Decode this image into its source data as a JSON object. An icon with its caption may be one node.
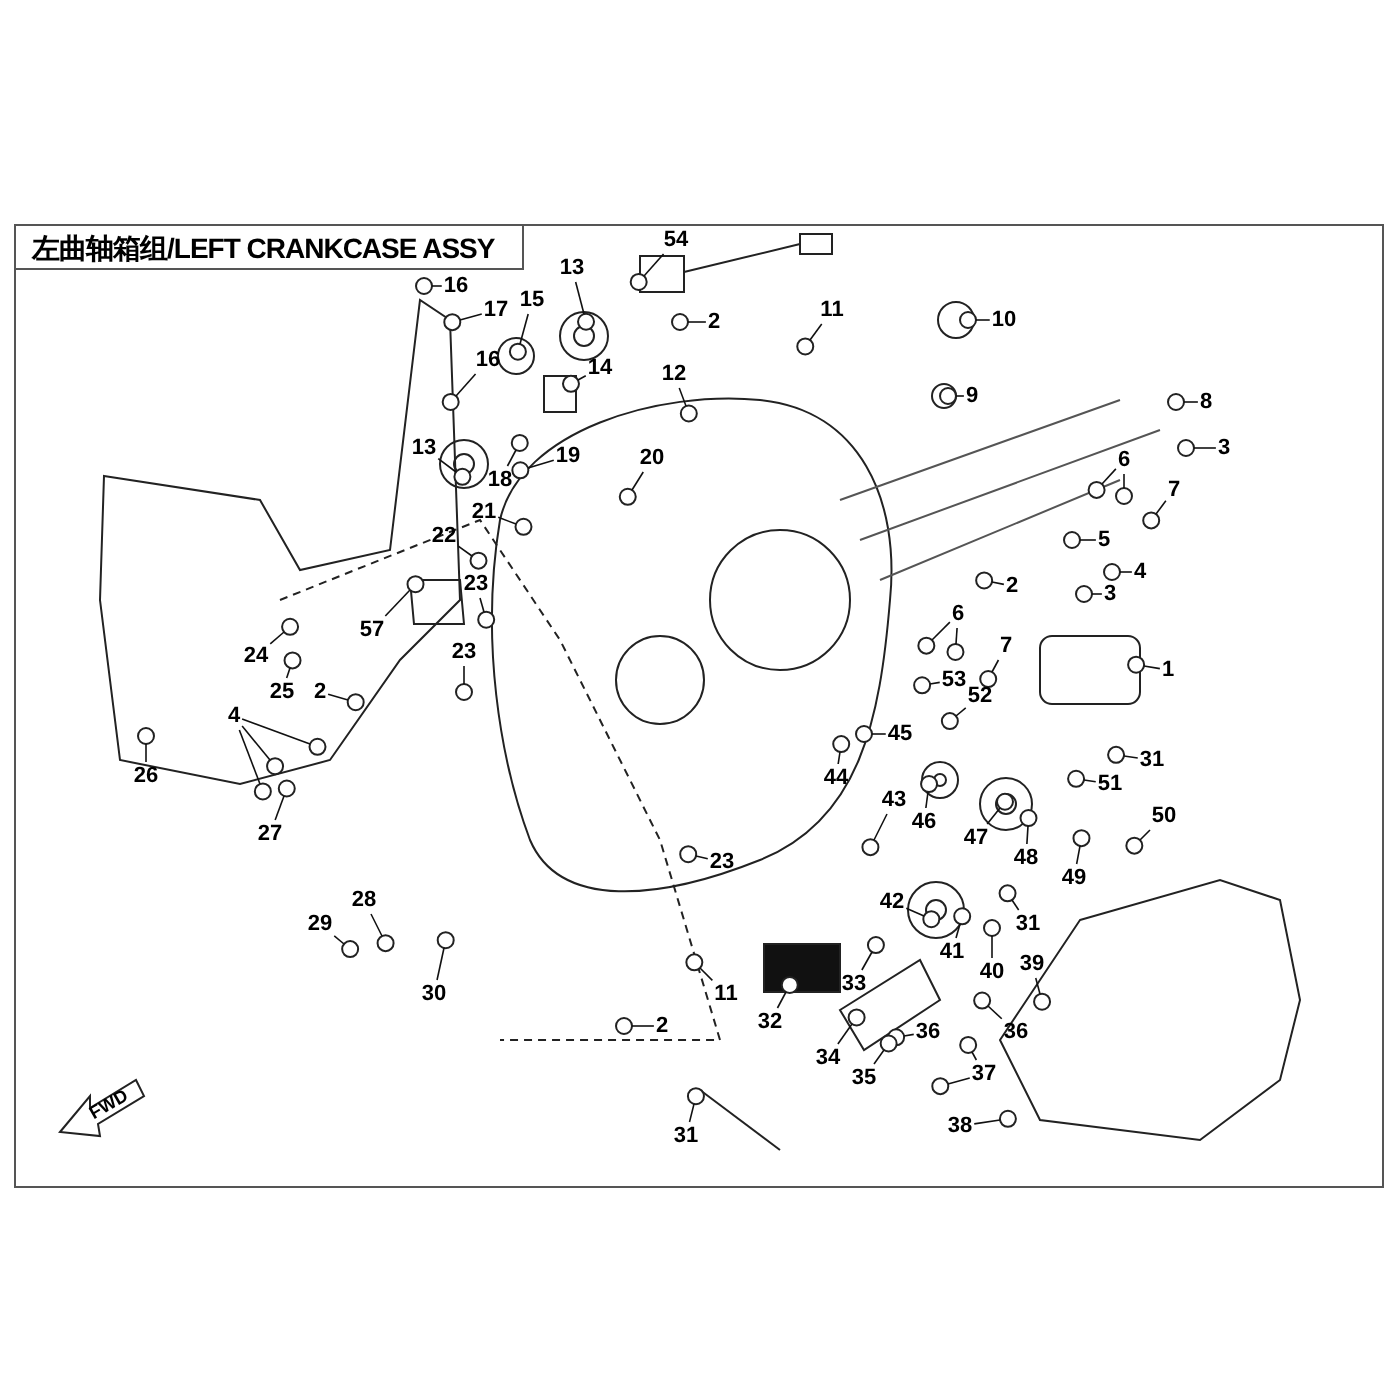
{
  "diagram": {
    "title": "左曲轴箱组/LEFT CRANKCASE ASSY",
    "nodes": [
      {
        "text": [
          "16"
        ]
      },
      {
        "text": [
          "17"
        ]
      },
      {
        "text": [
          "16"
        ]
      },
      {
        "text": [
          "15"
        ]
      },
      {
        "text": [
          "13"
        ]
      },
      {
        "text": [
          "54"
        ]
      },
      {
        "text": [
          "2"
        ]
      },
      {
        "text": [
          "11"
        ]
      },
      {
        "text": [
          "10"
        ]
      },
      {
        "text": [
          "12"
        ]
      },
      {
        "text": [
          "14"
        ]
      },
      {
        "text": [
          "13"
        ]
      },
      {
        "text": [
          "18"
        ]
      },
      {
        "text": [
          "19"
        ]
      },
      {
        "text": [
          "20"
        ]
      },
      {
        "text": [
          "9"
        ]
      },
      {
        "text": [
          "8"
        ]
      },
      {
        "text": [
          "3"
        ]
      },
      {
        "text": [
          "6"
        ]
      },
      {
        "text": [
          "7"
        ]
      },
      {
        "text": [
          "5"
        ]
      },
      {
        "text": [
          "4"
        ]
      },
      {
        "text": [
          "21"
        ]
      },
      {
        "text": [
          "22"
        ]
      },
      {
        "text": [
          "23"
        ]
      },
      {
        "text": [
          "57"
        ]
      },
      {
        "text": [
          "2"
        ]
      },
      {
        "text": [
          "3"
        ]
      },
      {
        "text": [
          "23"
        ]
      },
      {
        "text": [
          "6"
        ]
      },
      {
        "text": [
          "7"
        ]
      },
      {
        "text": [
          "1"
        ]
      },
      {
        "text": [
          "24"
        ]
      },
      {
        "text": [
          "25"
        ]
      },
      {
        "text": [
          "2"
        ]
      },
      {
        "text": [
          "4"
        ]
      },
      {
        "text": [
          "26"
        ]
      },
      {
        "text": [
          "27"
        ]
      },
      {
        "text": [
          "53"
        ]
      },
      {
        "text": [
          "52"
        ]
      },
      {
        "text": [
          "45"
        ]
      },
      {
        "text": [
          "31"
        ]
      },
      {
        "text": [
          "51"
        ]
      },
      {
        "text": [
          "44"
        ]
      },
      {
        "text": [
          "43"
        ]
      },
      {
        "text": [
          "50"
        ]
      },
      {
        "text": [
          "46"
        ]
      },
      {
        "text": [
          "47"
        ]
      },
      {
        "text": [
          "48"
        ]
      },
      {
        "text": [
          "49"
        ]
      },
      {
        "text": [
          "23"
        ]
      },
      {
        "text": [
          "28"
        ]
      },
      {
        "text": [
          "29"
        ]
      },
      {
        "text": [
          "42"
        ]
      },
      {
        "text": [
          "41"
        ]
      },
      {
        "text": [
          "40"
        ]
      },
      {
        "text": [
          "31"
        ]
      },
      {
        "text": [
          "39"
        ]
      },
      {
        "text": [
          "11"
        ]
      },
      {
        "text": [
          "33"
        ]
      },
      {
        "text": [
          "32"
        ]
      },
      {
        "text": [
          "30"
        ]
      },
      {
        "text": [
          "2"
        ]
      },
      {
        "text": [
          "36"
        ]
      },
      {
        "text": [
          "34"
        ]
      },
      {
        "text": [
          "36"
        ]
      },
      {
        "text": [
          "35"
        ]
      },
      {
        "text": [
          "37"
        ]
      },
      {
        "text": [
          "38"
        ]
      },
      {
        "text": [
          "31"
        ]
      },
      {
        "text": [],
        "shape": "circle"
      },
      {
        "text": [],
        "shape": "circle"
      },
      {
        "text": [],
        "shape": "circle"
      },
      {
        "text": [],
        "shape": "circle"
      },
      {
        "text": [],
        "shape": "circle"
      },
      {
        "text": [],
        "shape": "circle"
      },
      {
        "text": [],
        "shape": "circle"
      },
      {
        "text": [],
        "shape": "circle"
      },
      {
        "text": [],
        "shape": "circle"
      },
      {
        "text": [],
        "shape": "circle"
      },
      {
        "text": [],
        "shape": "circle"
      },
      {
        "text": [],
        "shape": "circle"
      },
      {
        "text": [],
        "shape": "circle"
      },
      {
        "text": [],
        "shape": "circle"
      },
      {
        "text": [],
        "shape": "circle"
      },
      {
        "text": [],
        "shape": "circle"
      },
      {
        "text": [],
        "shape": "circle"
      },
      {
        "text": [],
        "shape": "circle"
      },
      {
        "text": [],
        "shape": "circle"
      },
      {
        "text": [],
        "shape": "circle"
      },
      {
        "text": [],
        "shape": "circle"
      },
      {
        "text": [],
        "shape": "circle"
      },
      {
        "text": [],
        "shape": "circle"
      },
      {
        "text": [],
        "shape": "circle"
      },
      {
        "text": [],
        "shape": "circle"
      },
      {
        "text": [],
        "shape": "circle"
      },
      {
        "text": [],
        "shape": "circle"
      },
      {
        "text": [],
        "shape": "circle"
      },
      {
        "text": [],
        "shape": "circle"
      },
      {
        "text": [],
        "shape": "circle"
      },
      {
        "text": [],
        "shape": "circle"
      },
      {
        "text": [],
        "shape": "circle"
      },
      {
        "text": [],
        "shape": "circle"
      },
      {
        "text": [],
        "shape": "circle"
      },
      {
        "text": [],
        "shape": "circle"
      },
      {
        "text": [],
        "shape": "circle"
      },
      {
        "text": [],
        "shape": "circle"
      },
      {
        "text": [],
        "shape": "circle"
      },
      {
        "text": [],
        "shape": "circle"
      },
      {
        "text": [],
        "shape": "circle"
      },
      {
        "text": [],
        "shape": "circle"
      },
      {
        "text": [],
        "shape": "circle"
      },
      {
        "text": [],
        "shape": "circle"
      },
      {
        "text": [],
        "shape": "circle"
      },
      {
        "text": [],
        "shape": "circle"
      },
      {
        "text": [],
        "shape": "circle"
      },
      {
        "text": [],
        "shape": "circle"
      },
      {
        "text": [],
        "shape": "circle"
      },
      {
        "text": [],
        "shape": "circle"
      },
      {
        "text": [],
        "shape": "circle"
      },
      {
        "text": [],
        "shape": "circle"
      },
      {
        "text": [],
        "shape": "circle"
      },
      {
        "text": [],
        "shape": "circle"
      },
      {
        "text": [],
        "shape": "circle"
      },
      {
        "text": [],
        "shape": "circle"
      },
      {
        "text": [],
        "shape": "circle"
      },
      {
        "text": [],
        "shape": "circle"
      },
      {
        "text": [],
        "shape": "circle"
      },
      {
        "text": [],
        "shape": "circle"
      },
      {
        "text": [],
        "shape": "circle"
      },
      {
        "text": [],
        "shape": "circle"
      },
      {
        "text": [],
        "shape": "circle"
      },
      {
        "text": [],
        "shape": "circle"
      },
      {
        "text": [],
        "shape": "circle"
      },
      {
        "text": [],
        "shape": "circle"
      },
      {
        "text": [],
        "shape": "circle"
      },
      {
        "text": [],
        "shape": "circle"
      },
      {
        "text": [],
        "shape": "circle"
      },
      {
        "text": [],
        "shape": "circle"
      },
      {
        "text": [],
        "shape": "circle"
      },
      {
        "text": [],
        "shape": "circle"
      },
      {
        "text": [],
        "shape": "circle"
      },
      {
        "text": [],
        "shape": "circle"
      },
      {
        "text": [],
        "shape": "circle"
      },
      {
        "text": [],
        "shape": "circle"
      }
    ],
    "edges": [
      {
        "from": 0,
        "to": 70,
        "arrow": "none"
      },
      {
        "from": 1,
        "to": 71,
        "arrow": "none"
      },
      {
        "from": 2,
        "to": 72,
        "arrow": "none"
      },
      {
        "from": 3,
        "to": 73,
        "arrow": "none"
      },
      {
        "from": 4,
        "to": 74,
        "arrow": "none"
      },
      {
        "from": 5,
        "to": 75,
        "arrow": "none"
      },
      {
        "from": 6,
        "to": 76,
        "arrow": "none"
      },
      {
        "from": 7,
        "to": 77,
        "arrow": "none"
      },
      {
        "from": 8,
        "to": 78,
        "arrow": "none"
      },
      {
        "from": 9,
        "to": 79,
        "arrow": "none"
      },
      {
        "from": 10,
        "to": 80,
        "arrow": "none"
      },
      {
        "from": 11,
        "to": 81,
        "arrow": "none"
      },
      {
        "from": 12,
        "to": 82,
        "arrow": "none"
      },
      {
        "from": 13,
        "to": 83,
        "arrow": "none"
      },
      {
        "from": 14,
        "to": 84,
        "arrow": "none"
      },
      {
        "from": 15,
        "to": 85,
        "arrow": "none"
      },
      {
        "from": 16,
        "to": 86,
        "arrow": "none"
      },
      {
        "from": 17,
        "to": 87,
        "arrow": "none"
      },
      {
        "from": 18,
        "to": 88,
        "arrow": "none"
      },
      {
        "from": 18,
        "to": 89,
        "arrow": "none"
      },
      {
        "from": 19,
        "to": 90,
        "arrow": "none"
      },
      {
        "from": 20,
        "to": 91,
        "arrow": "none"
      },
      {
        "from": 21,
        "to": 92,
        "arrow": "none"
      },
      {
        "from": 22,
        "to": 93,
        "arrow": "none"
      },
      {
        "from": 23,
        "to": 94,
        "arrow": "none"
      },
      {
        "from": 24,
        "to": 95,
        "arrow": "none"
      },
      {
        "from": 25,
        "to": 96,
        "arrow": "none"
      },
      {
        "from": 26,
        "to": 97,
        "arrow": "none"
      },
      {
        "from": 27,
        "to": 98,
        "arrow": "none"
      },
      {
        "from": 28,
        "to": 99,
        "arrow": "none"
      },
      {
        "from": 29,
        "to": 100,
        "arrow": "none"
      },
      {
        "from": 29,
        "to": 101,
        "arrow": "none"
      },
      {
        "from": 30,
        "to": 102,
        "arrow": "none"
      },
      {
        "from": 31,
        "to": 103,
        "arrow": "none"
      },
      {
        "from": 32,
        "to": 104,
        "arrow": "none"
      },
      {
        "from": 33,
        "to": 105,
        "arrow": "none"
      },
      {
        "from": 34,
        "to": 106,
        "arrow": "none"
      },
      {
        "from": 35,
        "to": 107,
        "arrow": "none"
      },
      {
        "from": 35,
        "to": 108,
        "arrow": "none"
      },
      {
        "from": 35,
        "to": 109,
        "arrow": "none"
      },
      {
        "from": 36,
        "to": 110,
        "arrow": "none"
      },
      {
        "from": 37,
        "to": 111,
        "arrow": "none"
      },
      {
        "from": 38,
        "to": 112,
        "arrow": "none"
      },
      {
        "from": 39,
        "to": 113,
        "arrow": "none"
      },
      {
        "from": 40,
        "to": 114,
        "arrow": "none"
      },
      {
        "from": 41,
        "to": 115,
        "arrow": "none"
      },
      {
        "from": 42,
        "to": 116,
        "arrow": "none"
      },
      {
        "from": 43,
        "to": 117,
        "arrow": "none"
      },
      {
        "from": 44,
        "to": 118,
        "arrow": "none"
      },
      {
        "from": 45,
        "to": 119,
        "arrow": "none"
      },
      {
        "from": 46,
        "to": 120,
        "arrow": "none"
      },
      {
        "from": 47,
        "to": 121,
        "arrow": "none"
      },
      {
        "from": 48,
        "to": 122,
        "arrow": "none"
      },
      {
        "from": 49,
        "to": 123,
        "arrow": "none"
      },
      {
        "from": 50,
        "to": 124,
        "arrow": "none"
      },
      {
        "from": 51,
        "to": 125,
        "arrow": "none"
      },
      {
        "from": 52,
        "to": 126,
        "arrow": "none"
      },
      {
        "from": 53,
        "to": 127,
        "arrow": "none"
      },
      {
        "from": 54,
        "to": 128,
        "arrow": "none"
      },
      {
        "from": 55,
        "to": 129,
        "arrow": "none"
      },
      {
        "from": 56,
        "to": 130,
        "arrow": "none"
      },
      {
        "from": 57,
        "to": 131,
        "arrow": "none"
      },
      {
        "from": 58,
        "to": 132,
        "arrow": "none"
      },
      {
        "from": 59,
        "to": 133,
        "arrow": "none"
      },
      {
        "from": 60,
        "to": 134,
        "arrow": "none"
      },
      {
        "from": 61,
        "to": 135,
        "arrow": "none"
      },
      {
        "from": 62,
        "to": 136,
        "arrow": "none"
      },
      {
        "from": 63,
        "to": 137,
        "arrow": "none"
      },
      {
        "from": 64,
        "to": 138,
        "arrow": "none"
      },
      {
        "from": 65,
        "to": 139,
        "arrow": "none"
      },
      {
        "from": 66,
        "to": 140,
        "arrow": "none"
      },
      {
        "from": 67,
        "to": 141,
        "arrow": "none"
      },
      {
        "from": 67,
        "to": 142,
        "arrow": "none"
      },
      {
        "from": 68,
        "to": 143,
        "arrow": "none"
      },
      {
        "from": 69,
        "to": 144,
        "arrow": "none"
      }
    ],
    "labels": [
      "FWD"
    ]
  }
}
